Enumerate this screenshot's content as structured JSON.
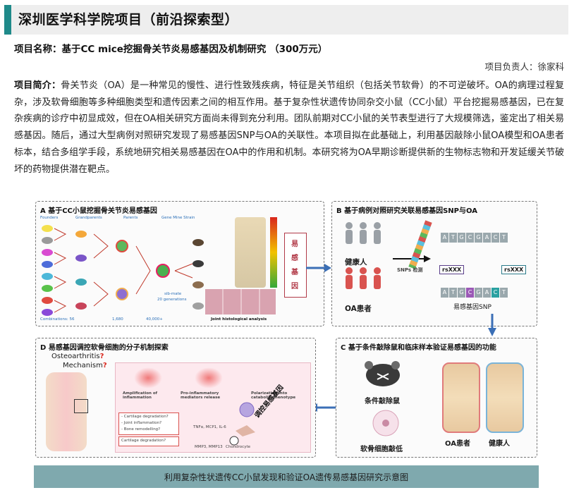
{
  "header": {
    "title": "深圳医学科学院项目（前沿探索型）"
  },
  "project": {
    "name_label": "项目名称：",
    "name": "基于CC mice挖掘骨关节炎易感基因及机制研究 （300万元）",
    "leader": "项目负责人：徐家科"
  },
  "intro": {
    "label": "项目简介：",
    "text": "骨关节炎（OA）是一种常见的慢性、进行性致残疾病，特征是关节组织（包括关节软骨）的不可逆破坏。OA的病理过程复杂，涉及软骨细胞等多种细胞类型和遗传因素之间的相互作用。基于复杂性状遗传协同杂交小鼠（CC小鼠）平台挖掘易感基因，已在复杂疾病的诊疗中初显成效，但在OA相关研究方面尚未得到充分利用。团队前期对CC小鼠的关节表型进行了大规模筛选，鉴定出了相关易感基因。随后，通过大型病例对照研究发现了易感基因SNP与OA的关联性。本项目拟在此基础上，利用基因敲除小鼠OA模型和OA患者标本，结合多组学手段，系统地研究相关易感基因在OA中的作用和机制。本研究将为OA早期诊断提供新的生物标志物和开发延缓关节破坏的药物提供潜在靶点。"
  },
  "figure": {
    "panel_a": {
      "title": "A  基于CC小鼠挖掘骨关节炎易感基因",
      "col_founders": "Founders",
      "col_grandparents": "Grandparents",
      "col_parents": "Parents",
      "col_strain": "Gene Mine Strain",
      "sib_mate": "sib-mate",
      "generations": "20 generations",
      "combinations": "Combinations: 56",
      "count_1680": "1,680",
      "count_40000": "40,000+",
      "histology": "Joint histological analysis",
      "susceptibility_box": [
        "易",
        "感",
        "基",
        "因"
      ]
    },
    "panel_b": {
      "title": "B  基于病例对照研究关联易感基因SNP与OA",
      "healthy": "健康人",
      "patients": "OA患者",
      "snp_detect": "SNPs 检测",
      "rs1": "rsXXX",
      "rs2": "rsXXX",
      "snp_label": "易感基因SNP",
      "seq_top": [
        "A",
        "T",
        "G",
        "C",
        "G",
        "A",
        "C",
        "T"
      ],
      "seq_bottom": [
        "A",
        "T",
        "G",
        "C",
        "G",
        "A",
        "C",
        "T"
      ]
    },
    "panel_c": {
      "title": "C  基于条件敲除鼠和临床样本验证易感基因的功能",
      "ko_mouse": "条件敲除鼠",
      "ko_chondrocyte": "软骨细胞敲低",
      "oa_patient": "OA患者",
      "healthy": "健康人"
    },
    "panel_d": {
      "title": "D  易感基因调控软骨细胞的分子机制探索",
      "osteo": "Osteoarthritis",
      "mechanism": "Mechanism",
      "q": "?",
      "amp": "Amplification of inflammation",
      "pro": "Pro-inflammatory mediators release",
      "polar": "Polarization into catabolic phenotype",
      "box1_l1": "- Cartilage degradation?",
      "box1_l2": "- Joint inflammation?",
      "box1_l3": "- Bone remodelling?",
      "box2": "Cartilage degradation?",
      "tnf": "TNFα, MCP1, IL-6",
      "mmp": "MMP3, MMP13",
      "chondro": "Chondrocyte",
      "regulate": "调控易感基因"
    },
    "caption": "利用复杂性状遗传CC小鼠发现和验证OA遗传易感基因研究示意图"
  },
  "colors": {
    "accent": "#1f8a8a",
    "caption_bg": "#7fa9ae",
    "arrow_blue": "#3b6fb6",
    "box_red": "#b23a48"
  }
}
